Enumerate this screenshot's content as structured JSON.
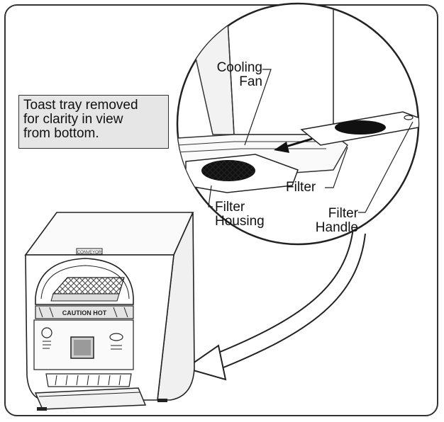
{
  "note": {
    "lines": [
      "Toast tray removed",
      "for clarity in view",
      "from bottom."
    ]
  },
  "labels": {
    "cooling_fan": [
      "Cooling",
      "Fan"
    ],
    "filter": "Filter",
    "filter_housing": [
      "Filter",
      "Housing"
    ],
    "filter_handle": [
      "Filter",
      "Handle"
    ]
  },
  "toaster": {
    "plate_text": "CONVEYOR",
    "panel_text": "CAUTION HOT"
  }
}
